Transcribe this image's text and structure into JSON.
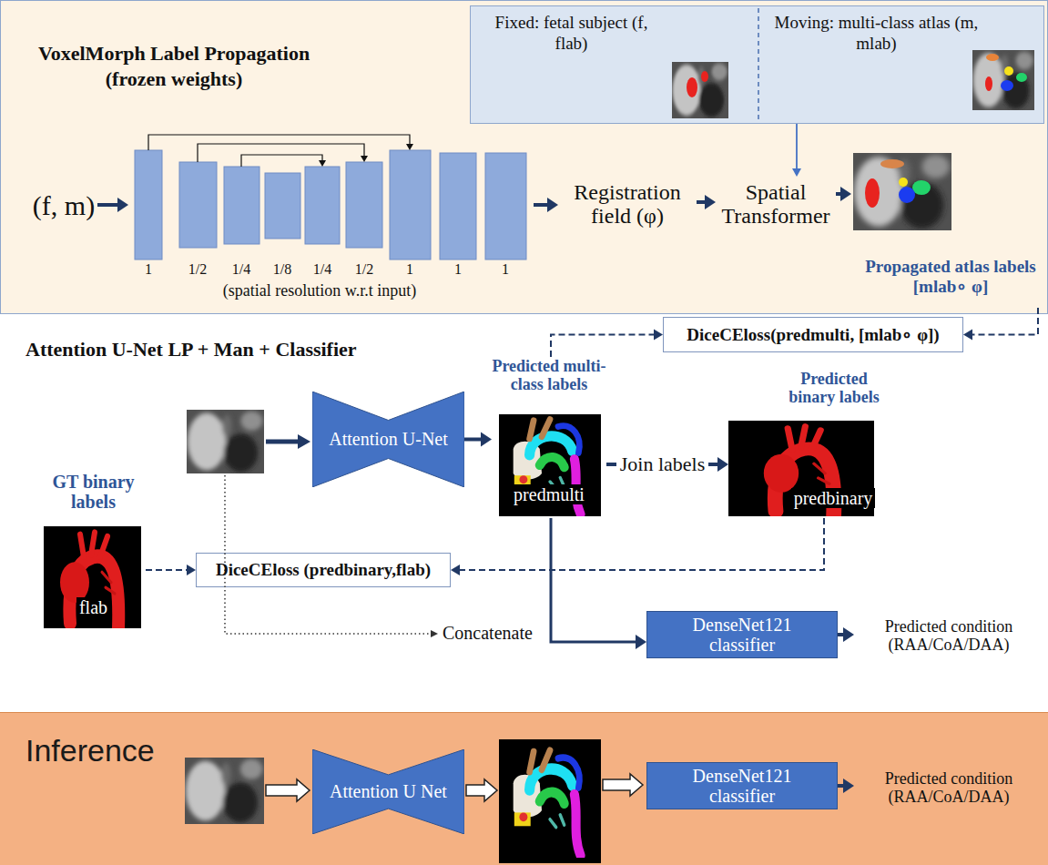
{
  "diagram": {
    "nodes": [
      {
        "text": [
          "VoxelMorph Label Propagation (frozen weights)"
        ]
      },
      {
        "text": [
          "Fixed: fetal subject (f, flab)",
          "Moving: multi-class atlas (m, mlab)"
        ],
        "in": 0
      },
      {
        "text": [
          "(f, m)"
        ],
        "in": 0
      },
      {
        "text": [
          "(spatial resolution w.r.t input)"
        ],
        "in": 0
      },
      {
        "text": [
          "Registration field (φ)"
        ],
        "in": 0
      },
      {
        "text": [
          "Spatial Transformer"
        ],
        "in": 0
      },
      {
        "text": [
          "Propagated atlas labels [mlab∘ φ]"
        ],
        "in": 0
      },
      {
        "text": [
          "DiceCEloss(predmulti, [mlab∘ φ])"
        ]
      },
      {
        "text": [
          "Predicted multi-class labels",
          "predmulti"
        ]
      },
      {
        "text": [
          "Predicted binary labels",
          "predbinary"
        ]
      },
      {
        "text": [
          "GT binary labels",
          "flab"
        ]
      },
      {
        "text": [
          "Attention U-Net"
        ]
      },
      {
        "text": [
          "DiceCEloss (predbinary,flab)"
        ]
      },
      {
        "text": [
          "DenseNet121 classifier"
        ]
      },
      {
        "text": [
          "Predicted condition (RAA/CoA/DAA)"
        ]
      },
      {
        "text": [
          "Inference"
        ]
      },
      {
        "text": [
          "Attention U Net"
        ],
        "in": 15
      },
      {
        "text": [
          "DenseNet121 classifier"
        ],
        "in": 15
      },
      {
        "text": [
          "Predicted condition (RAA/CoA/DAA)"
        ],
        "in": 15
      }
    ],
    "edges": [
      {
        "from": 2,
        "to": 3,
        "arrow": "to"
      },
      {
        "from": 3,
        "to": 4,
        "arrow": "to"
      },
      {
        "from": 4,
        "to": 5,
        "arrow": "to"
      },
      {
        "from": 5,
        "to": 6,
        "arrow": "to"
      },
      {
        "from": 1,
        "to": 5,
        "arrow": "to"
      },
      {
        "from": 6,
        "to": 7,
        "arrow": "to"
      },
      {
        "from": 8,
        "to": 7,
        "arrow": "to"
      },
      {
        "from": 11,
        "to": 8,
        "arrow": "to"
      },
      {
        "from": 8,
        "to": 9,
        "arrow": "to",
        "label": "Join labels"
      },
      {
        "from": 10,
        "to": 12,
        "arrow": "to"
      },
      {
        "from": 9,
        "to": 12,
        "arrow": "to"
      },
      {
        "from": 8,
        "to": 13,
        "arrow": "to"
      },
      {
        "from": 13,
        "to": 14,
        "arrow": "to"
      },
      {
        "from": 17,
        "to": 18,
        "arrow": "to"
      }
    ],
    "labels": [
      "Attention U-Net LP + Man + Classifier",
      "1",
      "1/2",
      "1/4",
      "1/8",
      "1/4",
      "1/2",
      "1",
      "1",
      "1",
      "Concatenate"
    ]
  }
}
